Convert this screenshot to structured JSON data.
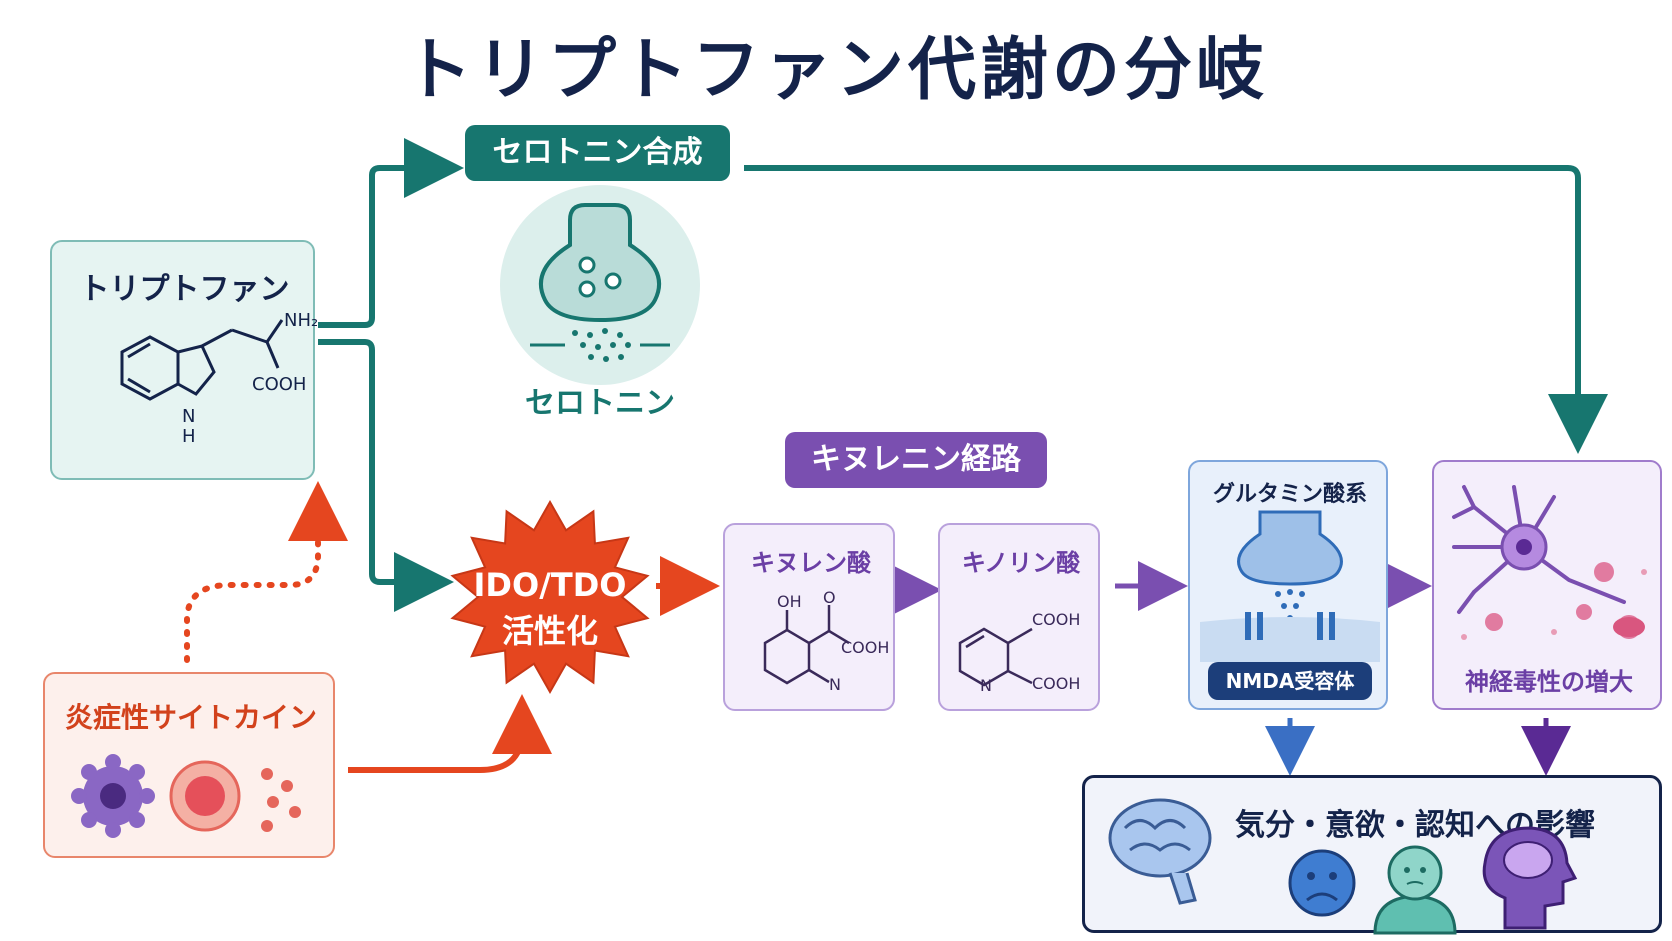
{
  "title": "トリプトファン代謝の分岐",
  "tryptophan": {
    "label": "トリプトファン",
    "nh2": "NH₂",
    "cooh": "COOH",
    "nh": "H"
  },
  "serotonin": {
    "synthesis_label": "セロトニン合成",
    "label": "セロトニン"
  },
  "kynurenine": {
    "pathway_label": "キヌレニン経路"
  },
  "ido": {
    "line1": "IDO/TDO",
    "line2": "活性化"
  },
  "cytokine": {
    "label": "炎症性サイトカイン"
  },
  "kynurenic": {
    "label": "キヌレン酸",
    "oh": "OH",
    "o": "O",
    "cooh": "COOH",
    "n": "N"
  },
  "quinolinic": {
    "label": "キノリン酸",
    "cooh1": "COOH",
    "cooh2": "COOH",
    "n": "N"
  },
  "glutamate": {
    "label": "グルタミン酸系",
    "receptor": "NMDA受容体"
  },
  "neuro": {
    "label": "神経毒性の増大"
  },
  "effects": {
    "label": "気分・意欲・認知への影響"
  },
  "colors": {
    "teal": "#17766f",
    "purple": "#7a4fb0",
    "orange": "#e5461f",
    "navy": "#14234a",
    "blue": "#2f6cb8"
  }
}
